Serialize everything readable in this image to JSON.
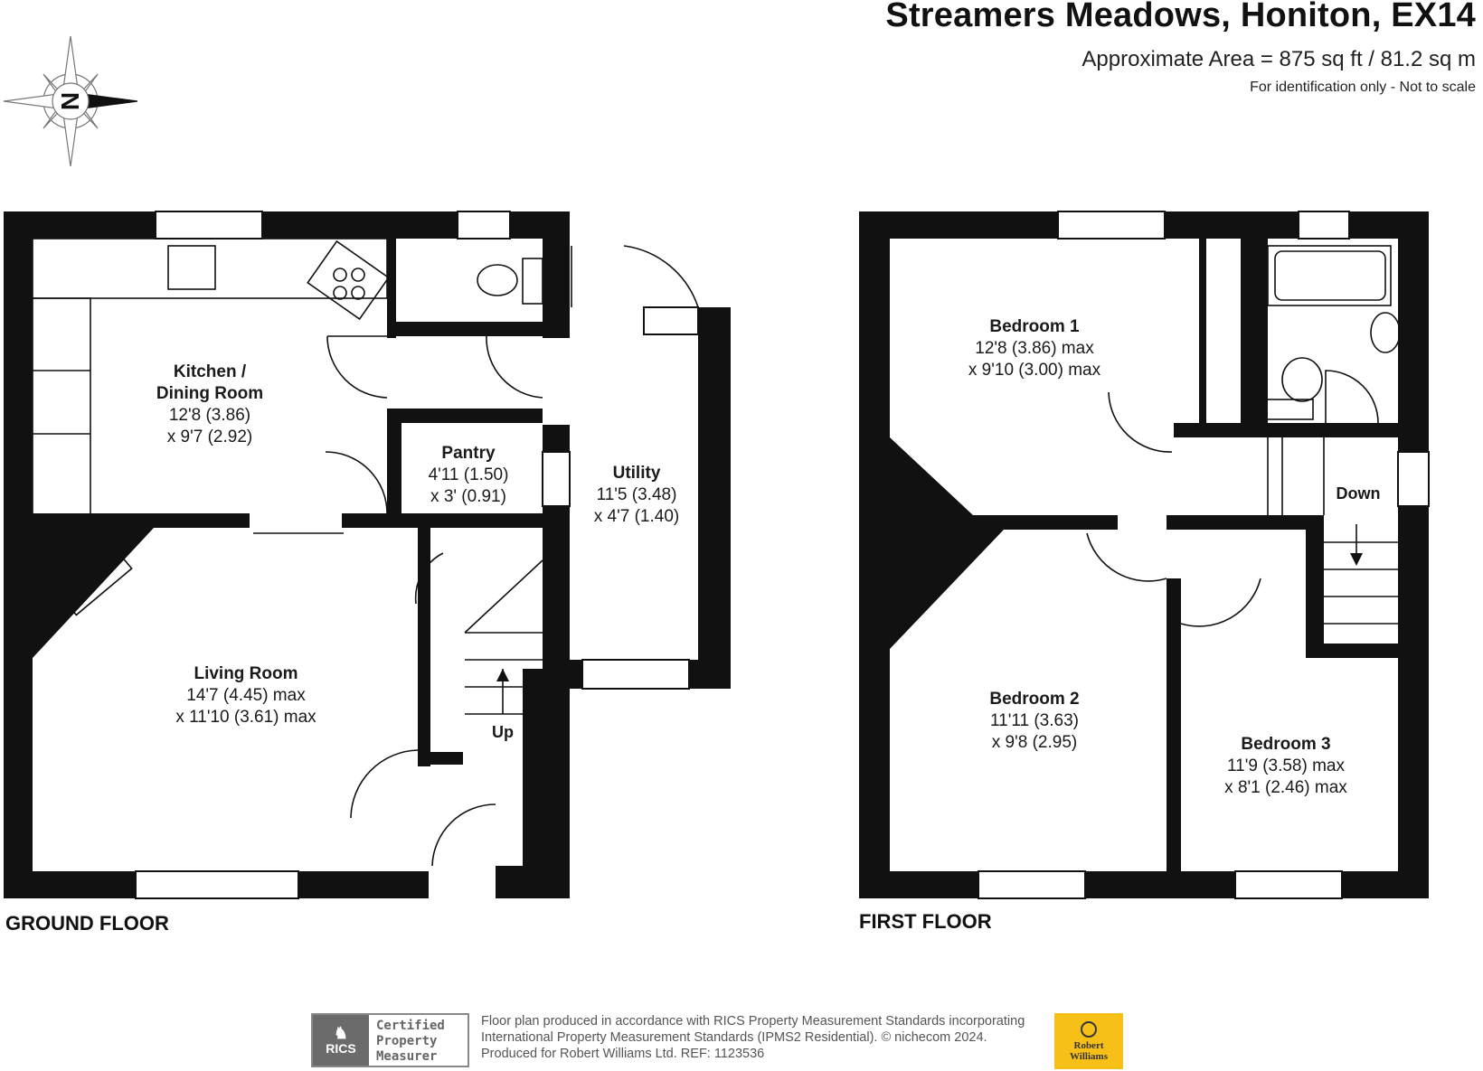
{
  "title": "Streamers Meadows, Honiton, EX14",
  "area": "Approximate Area = 875 sq ft / 81.2 sq m",
  "identification": "For identification only - Not to scale",
  "compass": {
    "letter": "N"
  },
  "floors": {
    "ground": {
      "label": "GROUND FLOOR",
      "rooms": {
        "kitchen": {
          "name_line1": "Kitchen /",
          "name_line2": "Dining Room",
          "dim1": "12'8 (3.86)",
          "dim2": "x 9'7 (2.92)"
        },
        "pantry": {
          "name": "Pantry",
          "dim1": "4'11 (1.50)",
          "dim2": "x 3' (0.91)"
        },
        "utility": {
          "name": "Utility",
          "dim1": "11'5 (3.48)",
          "dim2": "x 4'7 (1.40)"
        },
        "living": {
          "name": "Living Room",
          "dim1": "14'7 (4.45) max",
          "dim2": "x 11'10 (3.61) max"
        }
      },
      "stairs_label": "Up"
    },
    "first": {
      "label": "FIRST FLOOR",
      "rooms": {
        "bedroom1": {
          "name": "Bedroom 1",
          "dim1": "12'8 (3.86) max",
          "dim2": "x 9'10 (3.00) max"
        },
        "bedroom2": {
          "name": "Bedroom 2",
          "dim1": "11'11 (3.63)",
          "dim2": "x 9'8 (2.95)"
        },
        "bedroom3": {
          "name": "Bedroom 3",
          "dim1": "11'9 (3.58) max",
          "dim2": "x 8'1 (2.46) max"
        }
      },
      "stairs_label": "Down"
    }
  },
  "footer": {
    "line1": "Floor plan produced in accordance with RICS Property Measurement Standards incorporating",
    "line2": "International Property Measurement Standards (IPMS2 Residential).  © nichecom 2024.",
    "line3": "Produced for Robert Williams Ltd.   REF: 1123536",
    "rics_mark": "RICS",
    "rics_cert": [
      "Certified",
      "Property",
      "Measurer"
    ],
    "logo_text": [
      "Robert",
      "Williams"
    ]
  }
}
